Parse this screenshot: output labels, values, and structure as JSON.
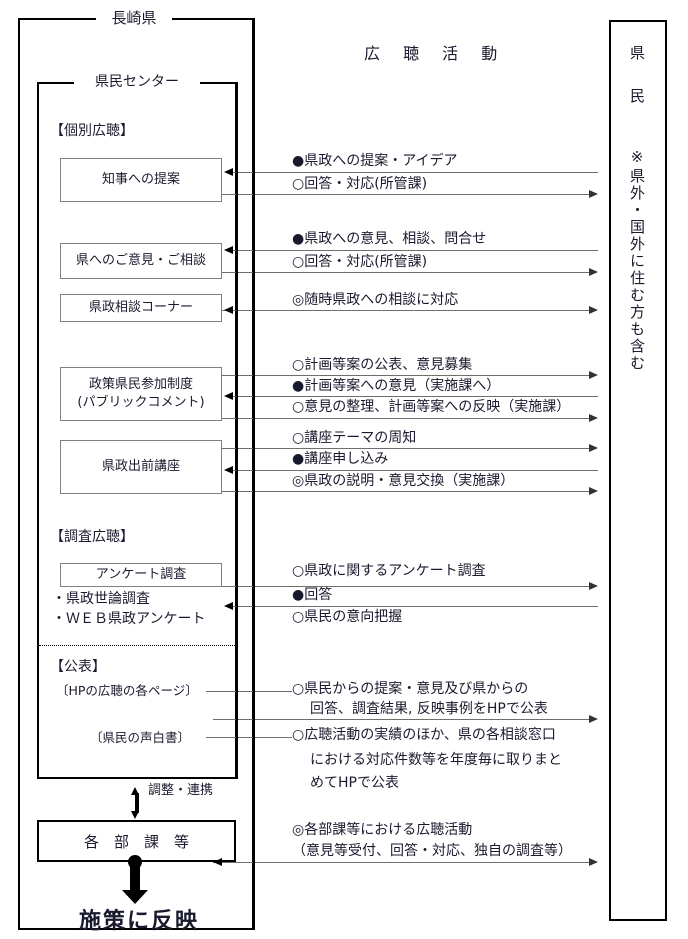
{
  "page": {
    "title": "広 聴 活 動",
    "outer_frame_label": "長崎県",
    "inner_frame_label": "県民センター"
  },
  "sections": {
    "individual": "【個別広聴】",
    "survey": "【調査広聴】",
    "publication": "【公表】"
  },
  "boxes": {
    "governor_proposal": "知事への提案",
    "opinions_consult": "県へのご意見・ご相談",
    "consult_corner": "県政相談コーナー",
    "public_comment_line1": "政策県民参加制度",
    "public_comment_line2": "(パブリックコメント)",
    "outreach_lecture": "県政出前講座",
    "questionnaire": "アンケート調査",
    "departments": "各　部　課　等",
    "reflect_policy": "施策に反映"
  },
  "survey_items": {
    "item1": "・県政世論調査",
    "item2": "・ＷＥＢ県政アンケート"
  },
  "publication_items": {
    "hp_pages": "〔HPの広聴の各ページ〕",
    "white_paper": "〔県民の声白書〕"
  },
  "flow_labels": {
    "g1_a": "●県政への提案・アイデア",
    "g1_b": "○回答・対応(所管課)",
    "g2_a": "●県政への意見、相談、問合せ",
    "g2_b": "○回答・対応(所管課)",
    "g3_a": "◎随時県政への相談に対応",
    "g4_a": "○計画等案の公表、意見募集",
    "g4_b": "●計画等案への意見（実施課へ）",
    "g4_c": "○意見の整理、計画等案への反映（実施課）",
    "g5_a": "○講座テーマの周知",
    "g5_b": "●講座申し込み",
    "g5_c": "◎県政の説明・意見交換（実施課）",
    "g6_a": "○県政に関するアンケート調査",
    "g6_b": "●回答",
    "g6_c": "○県民の意向把握",
    "g7_l1": "○県民からの提案・意見及び県からの",
    "g7_l2": "回答、調査結果, 反映事例をHPで公表",
    "g8_l1": "○広聴活動の実績のほか、県の各相談窓口",
    "g8_l2": "における対応件数等を年度毎に取りまと",
    "g8_l3": "めてHPで公表",
    "g9_l1": "◎各部課等における広聴活動",
    "g9_l2": "（意見等受付、回答・対応、独自の調査等）"
  },
  "link_label": {
    "coordination": "調整・連携"
  },
  "citizen_panel": {
    "line1": "県",
    "line2": "民",
    "line3": "※県外・国外に住む方も含む"
  },
  "colors": {
    "ink": "#1a1a2e",
    "frame": "#000000",
    "gray_box_border": "#808080",
    "connector": "#6e6e6e",
    "background": "#ffffff"
  }
}
